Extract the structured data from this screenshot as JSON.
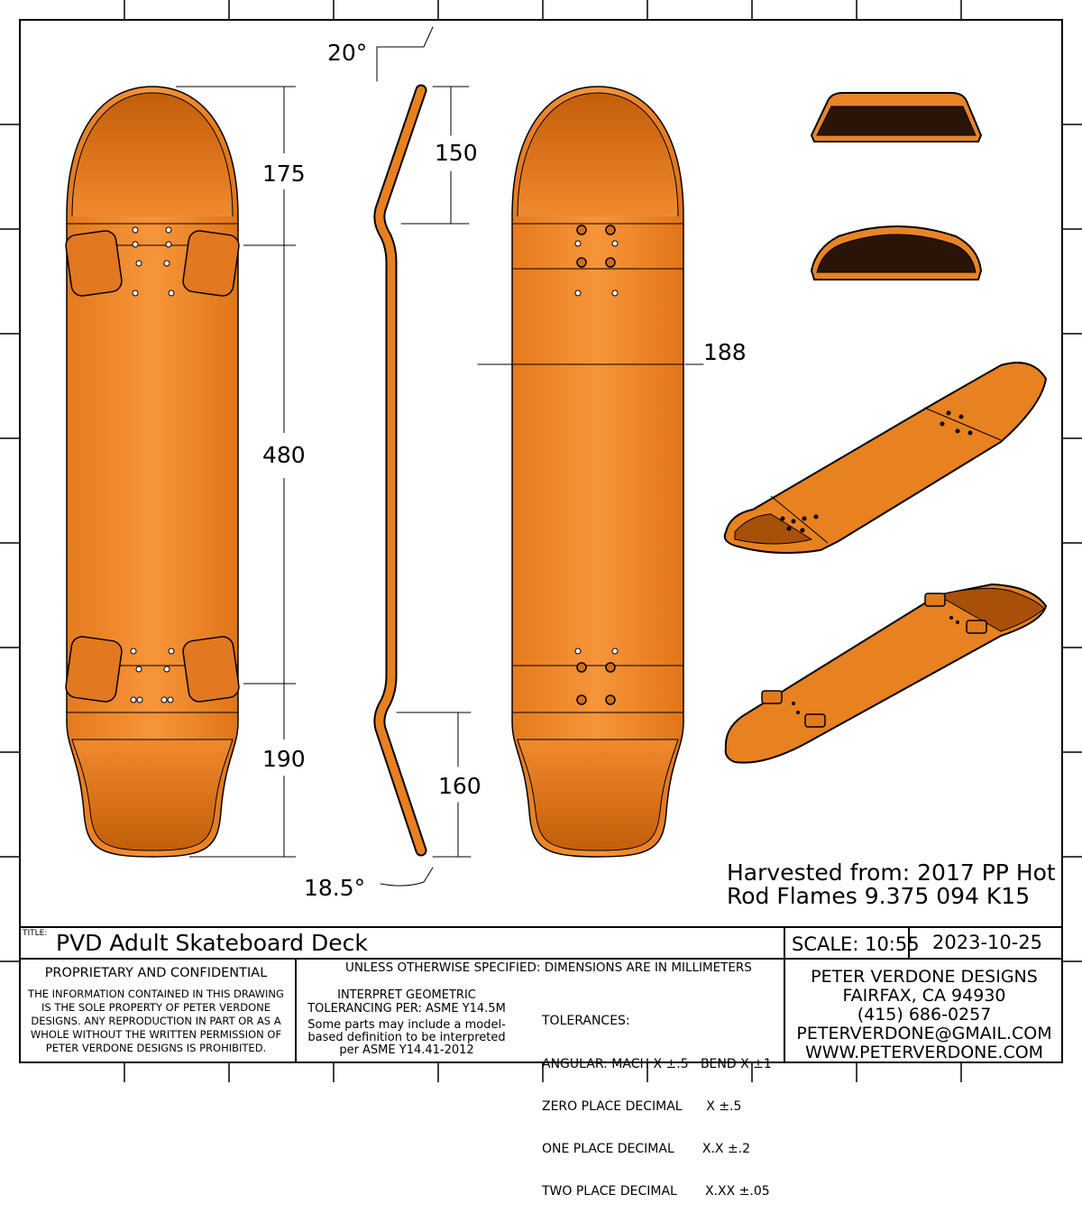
{
  "drawing": {
    "dimensions": {
      "angle_nose": "20°",
      "angle_tail": "18.5°",
      "nose_length": "175",
      "wheelbase": "480",
      "tail_length": "190",
      "nose_kick": "150",
      "tail_kick": "160",
      "width": "188"
    },
    "note_line1": "Harvested from: 2017 PP Hot",
    "note_line2": "Rod Flames  9.375 094 K15",
    "deck_color": "#f28a2c",
    "deck_dark": "#c95f0c"
  },
  "title_block": {
    "title_label": "TITLE:",
    "title": "PVD Adult Skateboard Deck",
    "scale": "SCALE: 10:55",
    "date": "2023-10-25",
    "proprietary_heading": "PROPRIETARY AND CONFIDENTIAL",
    "proprietary_text": [
      "THE INFORMATION CONTAINED IN THIS DRAWING",
      "IS THE SOLE PROPERTY OF PETER VERDONE",
      "DESIGNS.  ANY  REPRODUCTION IN PART OR AS A",
      "WHOLE WITHOUT THE WRITTEN PERMISSION OF",
      "PETER VERDONE DESIGNS IS PROHIBITED."
    ],
    "units_note": "UNLESS OTHERWISE SPECIFIED: DIMENSIONS ARE IN MILLIMETERS",
    "interpret": [
      "INTERPRET GEOMETRIC",
      "TOLERANCING PER: ASME Y14.5M"
    ],
    "mbd": [
      "Some parts may include a model-",
      "based definition to be interpreted",
      "per ASME Y14.41-2012"
    ],
    "tolerances": [
      "TOLERANCES:",
      "ANGULAR: MACH X ±.5   BEND X ±1",
      "ZERO PLACE DECIMAL      X ±.5",
      "ONE PLACE DECIMAL       X.X ±.2",
      "TWO PLACE DECIMAL       X.XX ±.05"
    ],
    "company": [
      "PETER VERDONE DESIGNS",
      "FAIRFAX, CA 94930",
      "(415) 686-0257",
      "PETERVERDONE@GMAIL.COM",
      "WWW.PETERVERDONE.COM"
    ]
  }
}
